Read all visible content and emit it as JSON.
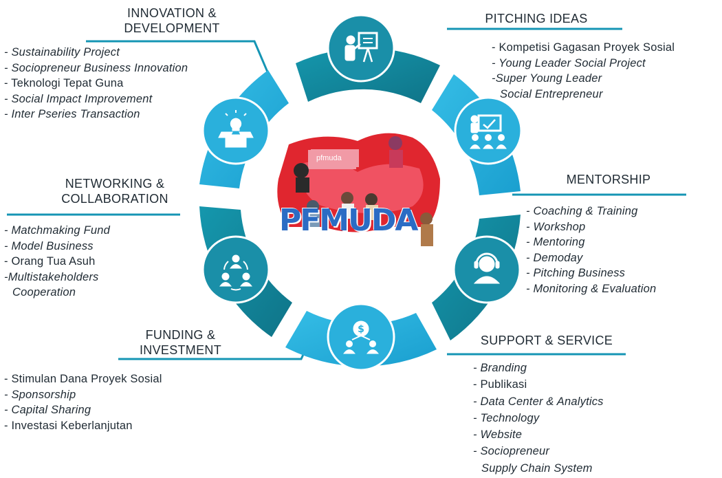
{
  "sections": {
    "innovation": {
      "title_line1": "INNOVATION &",
      "title_line2": "DEVELOPMENT",
      "items": [
        "- Sustainability Project",
        "- Sociopreneur Business Innovation",
        "- Teknologi Tepat Guna",
        "- Social Impact Improvement",
        "- Inter Pseries Transaction"
      ],
      "icon": "lightbulb-box-icon"
    },
    "pitching": {
      "title": "PITCHING IDEAS",
      "items": [
        "- Kompetisi Gagasan Proyek Sosial",
        "- Young Leader Social Project",
        "-Super Young Leader",
        "Social Entrepreneur"
      ],
      "icon": "presenter-board-icon"
    },
    "mentorship": {
      "title": "MENTORSHIP",
      "items": [
        "- Coaching & Training",
        "- Workshop",
        "- Mentoring",
        "- Demoday",
        "- Pitching Business",
        "- Monitoring & Evaluation"
      ],
      "icon": "audience-board-icon"
    },
    "networking": {
      "title_line1": "NETWORKING &",
      "title_line2": "COLLABORATION",
      "items": [
        "- Matchmaking Fund",
        "- Model Business",
        "- Orang Tua Asuh",
        "-Multistakeholders",
        "Cooperation"
      ],
      "icon": "people-network-icon"
    },
    "funding": {
      "title_line1": "FUNDING &",
      "title_line2": "INVESTMENT",
      "items": [
        "- Stimulan Dana Proyek Sosial",
        "- Sponsorship",
        "- Capital Sharing",
        "- Investasi Keberlanjutan"
      ],
      "icon": "dollar-people-icon"
    },
    "support": {
      "title": "SUPPORT & SERVICE",
      "items": [
        "- Branding",
        "- Publikasi",
        "- Data Center & Analytics",
        "- Technology",
        "- Website",
        "- Sociopreneur",
        "Supply Chain System"
      ],
      "icon": "headset-support-icon"
    }
  },
  "center": {
    "logo_text": "PFMUDA",
    "badge_text": "pfmuda"
  },
  "colors": {
    "ring_light": "#2ab0dc",
    "ring_dark": "#13849b",
    "line": "#1595b4",
    "logo_blue": "#2b6cc4",
    "logo_red": "#e0262f"
  }
}
